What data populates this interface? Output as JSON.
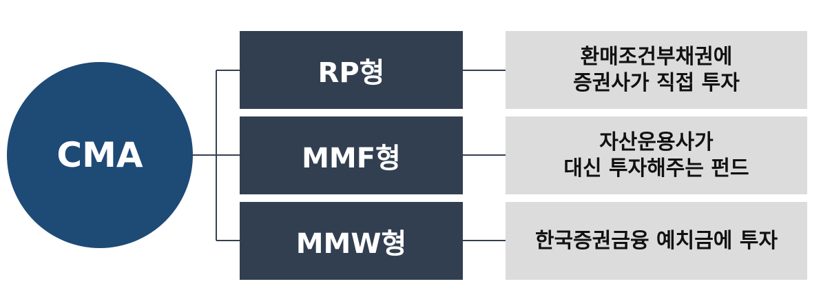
{
  "center": {
    "label": "CMA"
  },
  "rows": [
    {
      "type": "RP형",
      "desc": [
        "환매조건부채권에",
        "증권사가 직접 투자"
      ]
    },
    {
      "type": "MMF형",
      "desc": [
        "자산운용사가",
        "대신 투자해주는 펀드"
      ]
    },
    {
      "type": "MMW형",
      "desc": [
        "한국증권금융 예치금에 투자"
      ]
    }
  ],
  "colors": {
    "circle": "#1e4a76",
    "type_box": "#323f50",
    "desc_box": "#dcdcdc",
    "connector": "#333f4f"
  }
}
